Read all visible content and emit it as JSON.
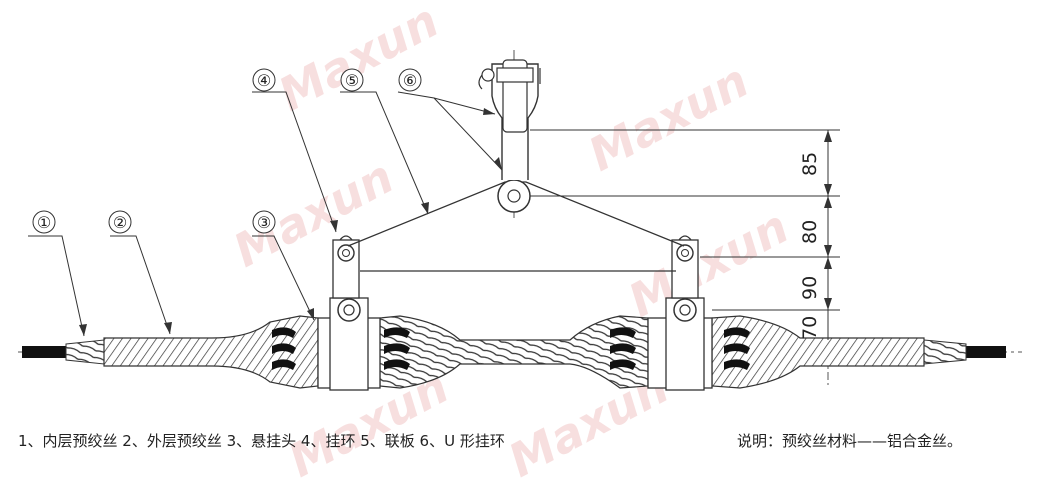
{
  "watermark": "Maxun",
  "callouts": [
    "①",
    "②",
    "③",
    "④",
    "⑤",
    "⑥"
  ],
  "dimensions": [
    "85",
    "80",
    "90",
    "70"
  ],
  "legend": "1、内层预绞丝 2、外层预绞丝 3、悬挂头 4、挂环 5、联板 6、U 形挂环",
  "note": "说明：预绞丝材料——铝合金丝。"
}
